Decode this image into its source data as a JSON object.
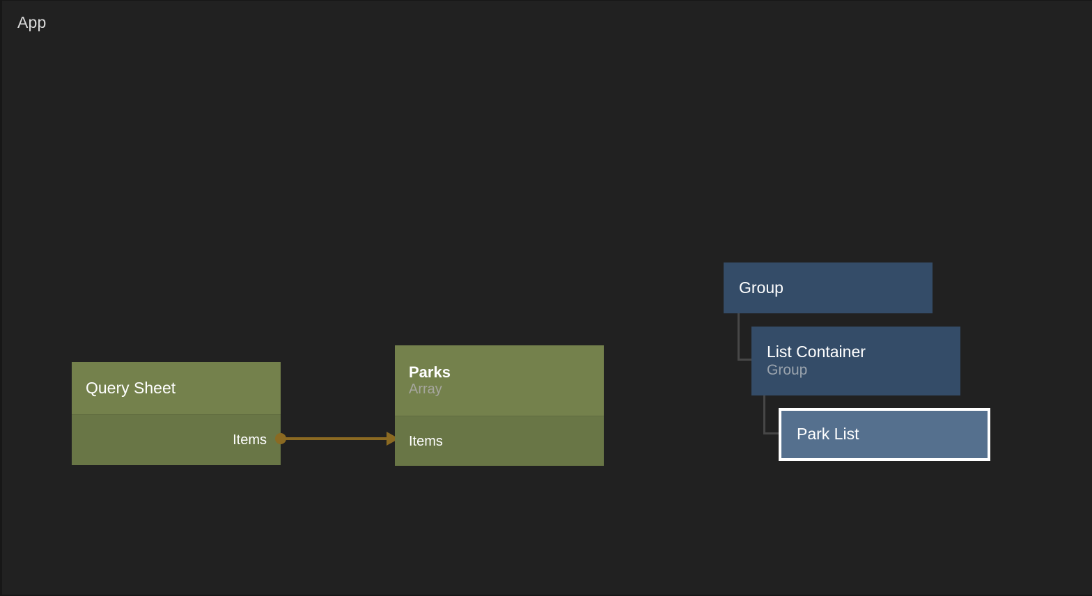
{
  "canvas": {
    "title": "App",
    "background_color": "#212121"
  },
  "colors": {
    "canvas_bg": "#212121",
    "data_node_header": "#74814c",
    "data_node_body": "#697646",
    "view_node": "#344c68",
    "selected_node": "#55708e",
    "selection_outline": "#ffffff",
    "edge": "#8b6a22",
    "tree_line": "#474747",
    "subtitle_text": "#a6a69e"
  },
  "graph": {
    "nodes": [
      {
        "id": "query-sheet",
        "kind": "data",
        "title": "Query Sheet",
        "subtitle": "",
        "ports": [
          {
            "name": "Items",
            "direction": "out"
          }
        ]
      },
      {
        "id": "parks",
        "kind": "data",
        "title": "Parks",
        "subtitle": "Array",
        "ports": [
          {
            "name": "Items",
            "direction": "in"
          }
        ]
      }
    ],
    "edges": [
      {
        "id": "items-edge",
        "from_node": "query-sheet",
        "from_port": "Items",
        "to_node": "parks",
        "to_port": "Items"
      }
    ]
  },
  "tree": {
    "items": [
      {
        "id": "group",
        "title": "Group",
        "subtitle": "",
        "depth": 0,
        "selected": false
      },
      {
        "id": "list-container",
        "title": "List Container",
        "subtitle": "Group",
        "depth": 1,
        "selected": false
      },
      {
        "id": "park-list",
        "title": "Park List",
        "subtitle": "",
        "depth": 2,
        "selected": true
      }
    ]
  }
}
